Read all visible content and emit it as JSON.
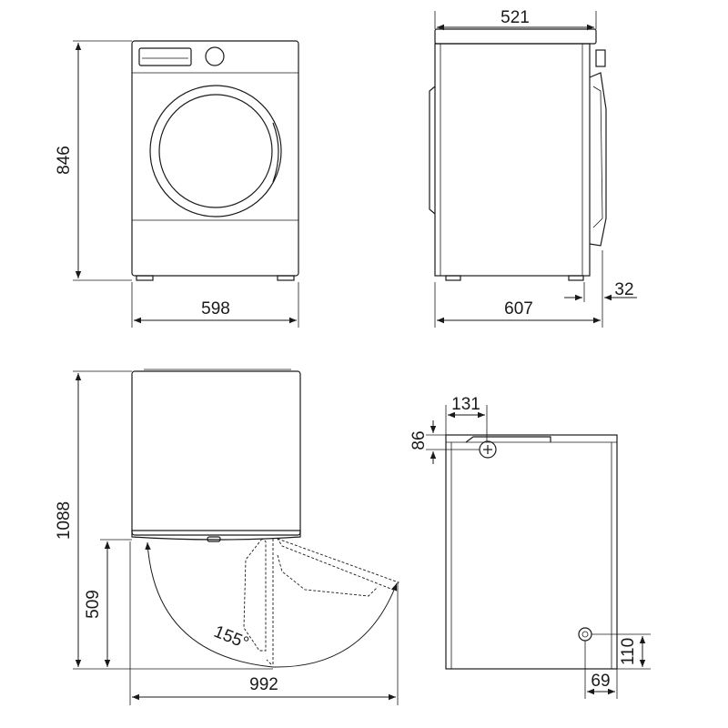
{
  "front_view": {
    "height_label": "846",
    "width_label": "598"
  },
  "side_view": {
    "depth_top_label": "521",
    "depth_total_label": "607",
    "door_protrusion_label": "32"
  },
  "top_view": {
    "door_open_depth_label": "1088",
    "door_width_label": "509",
    "total_width_label": "992",
    "door_angle_label": "155°"
  },
  "rear_view": {
    "plug_x_label": "131",
    "plug_y_label": "86",
    "drain_height_label": "110",
    "drain_x_label": "69"
  },
  "colors": {
    "line": "#1a1a1a",
    "background": "#ffffff"
  }
}
